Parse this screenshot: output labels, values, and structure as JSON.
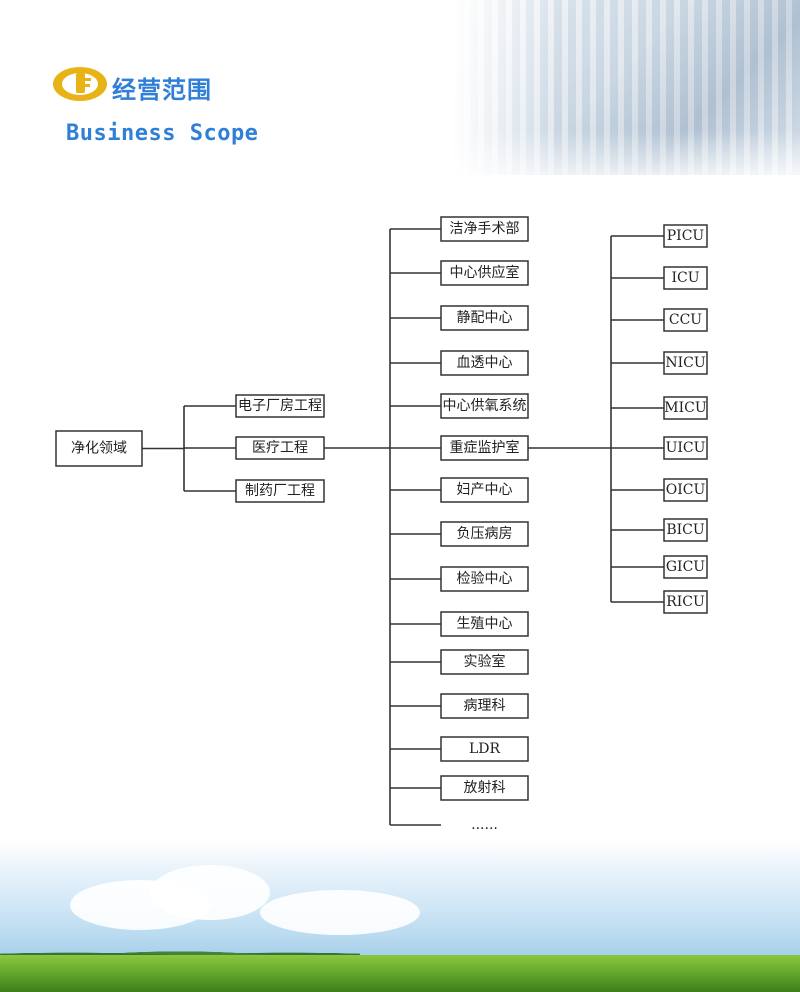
{
  "header": {
    "title_cn": "经营范围",
    "title_en": "Business Scope"
  },
  "colors": {
    "title": "#2f7fd6",
    "logo": "#e8b317",
    "line": "#333333"
  },
  "diagram": {
    "root": "净化领域",
    "level1": [
      "电子厂房工程",
      "医疗工程",
      "制药厂工程"
    ],
    "level2": [
      "洁净手术部",
      "中心供应室",
      "静配中心",
      "血透中心",
      "中心供氧系统",
      "重症监护室",
      "妇产中心",
      "负压病房",
      "检验中心",
      "生殖中心",
      "实验室",
      "病理科",
      "LDR",
      "放射科",
      "......"
    ],
    "level3": [
      "PICU",
      "ICU",
      "CCU",
      "NICU",
      "MICU",
      "UICU",
      "OICU",
      "BICU",
      "GICU",
      "RICU"
    ],
    "edges": [
      [
        "净化领域",
        "电子厂房工程"
      ],
      [
        "净化领域",
        "医疗工程"
      ],
      [
        "净化领域",
        "制药厂工程"
      ],
      [
        "医疗工程",
        "洁净手术部"
      ],
      [
        "医疗工程",
        "中心供应室"
      ],
      [
        "医疗工程",
        "静配中心"
      ],
      [
        "医疗工程",
        "血透中心"
      ],
      [
        "医疗工程",
        "中心供氧系统"
      ],
      [
        "医疗工程",
        "重症监护室"
      ],
      [
        "医疗工程",
        "妇产中心"
      ],
      [
        "医疗工程",
        "负压病房"
      ],
      [
        "医疗工程",
        "检验中心"
      ],
      [
        "医疗工程",
        "生殖中心"
      ],
      [
        "医疗工程",
        "实验室"
      ],
      [
        "医疗工程",
        "病理科"
      ],
      [
        "医疗工程",
        "LDR"
      ],
      [
        "医疗工程",
        "放射科"
      ],
      [
        "医疗工程",
        "......"
      ],
      [
        "重症监护室",
        "PICU"
      ],
      [
        "重症监护室",
        "ICU"
      ],
      [
        "重症监护室",
        "CCU"
      ],
      [
        "重症监护室",
        "NICU"
      ],
      [
        "重症监护室",
        "MICU"
      ],
      [
        "重症监护室",
        "UICU"
      ],
      [
        "重症监护室",
        "OICU"
      ],
      [
        "重症监护室",
        "BICU"
      ],
      [
        "重症监护室",
        "GICU"
      ],
      [
        "重症监护室",
        "RICU"
      ]
    ]
  }
}
